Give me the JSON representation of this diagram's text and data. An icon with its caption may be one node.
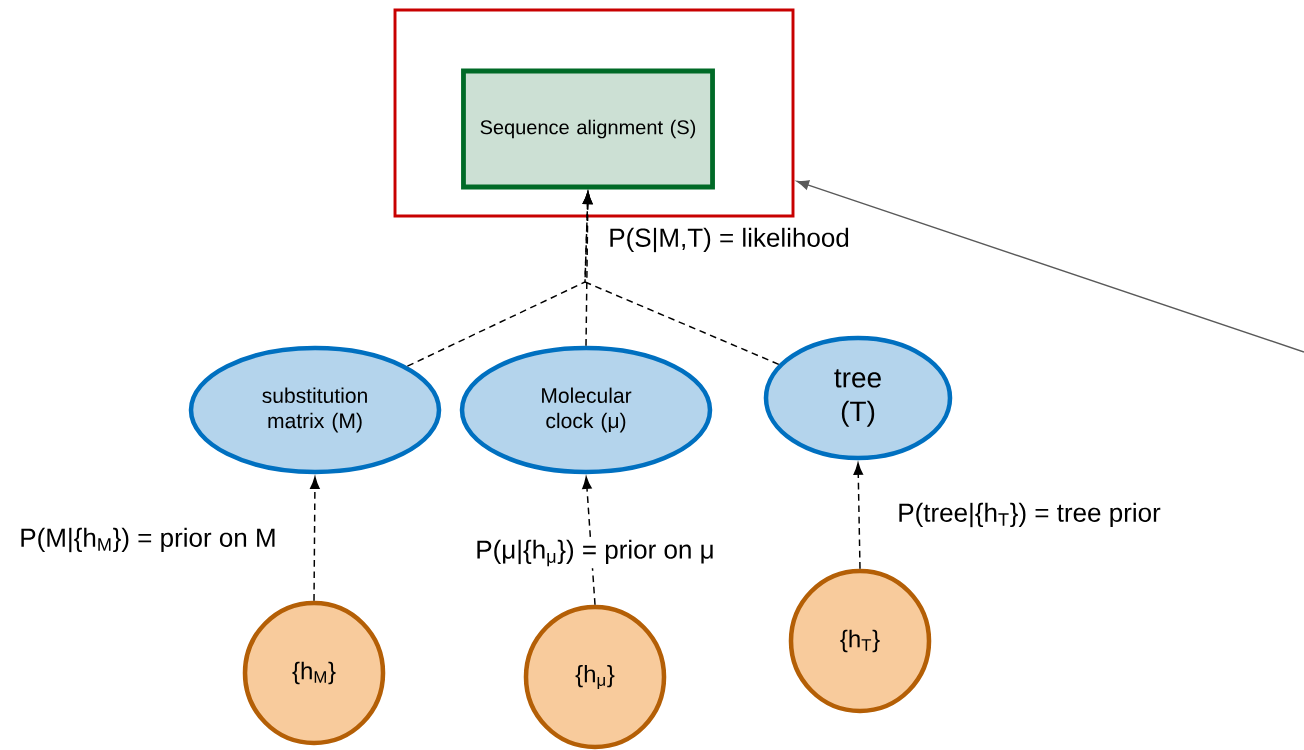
{
  "diagram": {
    "nodes": [
      {
        "text": [],
        "shape": "box"
      },
      {
        "text": [
          "Sequence alignment (S)"
        ],
        "in": 0
      },
      {
        "text": [
          "substitution matrix (M)"
        ]
      },
      {
        "text": [
          "Molecular clock (μ)"
        ]
      },
      {
        "text": [
          "tree (T)"
        ]
      },
      {
        "text": [
          "{h$_{M}$}"
        ]
      },
      {
        "text": [
          "{h$_{μ}$}"
        ]
      },
      {
        "text": [
          "{h$_{T}$}"
        ]
      }
    ],
    "edges": [
      {
        "from": 2,
        "to": 1,
        "arrow": "to",
        "style": "dashed"
      },
      {
        "from": 3,
        "to": 1,
        "arrow": "to",
        "style": "dashed",
        "label": "P(S|M,T) = likelihood"
      },
      {
        "from": 4,
        "to": 1,
        "arrow": "to",
        "style": "dashed"
      },
      {
        "from": 5,
        "to": 2,
        "arrow": "to",
        "style": "dashed",
        "label": "P(M|{h$_{M}$}) = prior on M"
      },
      {
        "from": 6,
        "to": 3,
        "arrow": "to",
        "style": "dashed",
        "label": "P(μ|{h$_{μ}$}) = prior on μ"
      },
      {
        "from": 7,
        "to": 4,
        "arrow": "to",
        "style": "dashed",
        "label": "P(tree|{h$_{T}$}) = tree prior"
      },
      {
        "from": null,
        "to": 0,
        "arrow": "to",
        "color": "#595959"
      }
    ]
  }
}
